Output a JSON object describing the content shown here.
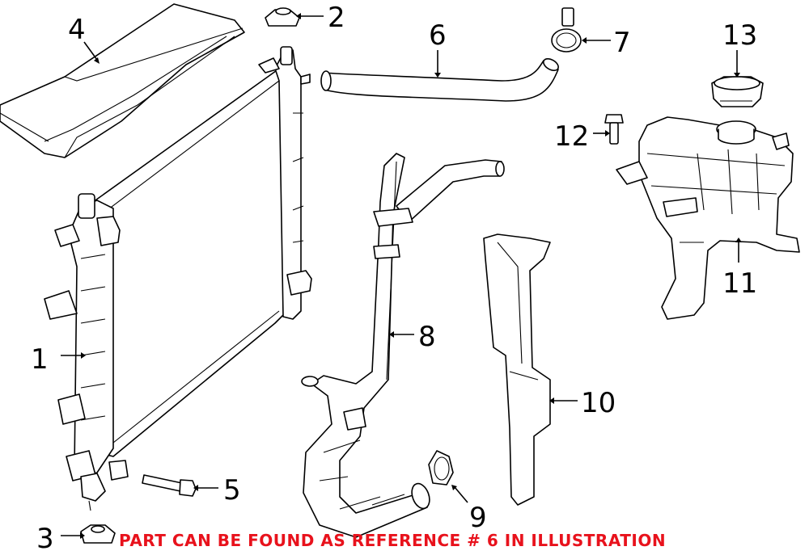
{
  "callouts": [
    {
      "id": "1",
      "label": "1",
      "part": "radiator"
    },
    {
      "id": "2",
      "label": "2",
      "part": "radiator-mount-cap"
    },
    {
      "id": "3",
      "label": "3",
      "part": "radiator-lower-isolator"
    },
    {
      "id": "4",
      "label": "4",
      "part": "upper-air-baffle"
    },
    {
      "id": "5",
      "label": "5",
      "part": "drain-plug"
    },
    {
      "id": "6",
      "label": "6",
      "part": "upper-radiator-hose"
    },
    {
      "id": "7",
      "label": "7",
      "part": "hose-clamp"
    },
    {
      "id": "8",
      "label": "8",
      "part": "lower-radiator-hose"
    },
    {
      "id": "9",
      "label": "9",
      "part": "hose-clamp-lower"
    },
    {
      "id": "10",
      "label": "10",
      "part": "side-air-seal"
    },
    {
      "id": "11",
      "label": "11",
      "part": "coolant-reservoir"
    },
    {
      "id": "12",
      "label": "12",
      "part": "reservoir-bolt"
    },
    {
      "id": "13",
      "label": "13",
      "part": "reservoir-cap"
    }
  ],
  "note": {
    "text": "PART CAN BE FOUND AS REFERENCE # 6 IN ILLUSTRATION",
    "color": "#e8121c"
  }
}
